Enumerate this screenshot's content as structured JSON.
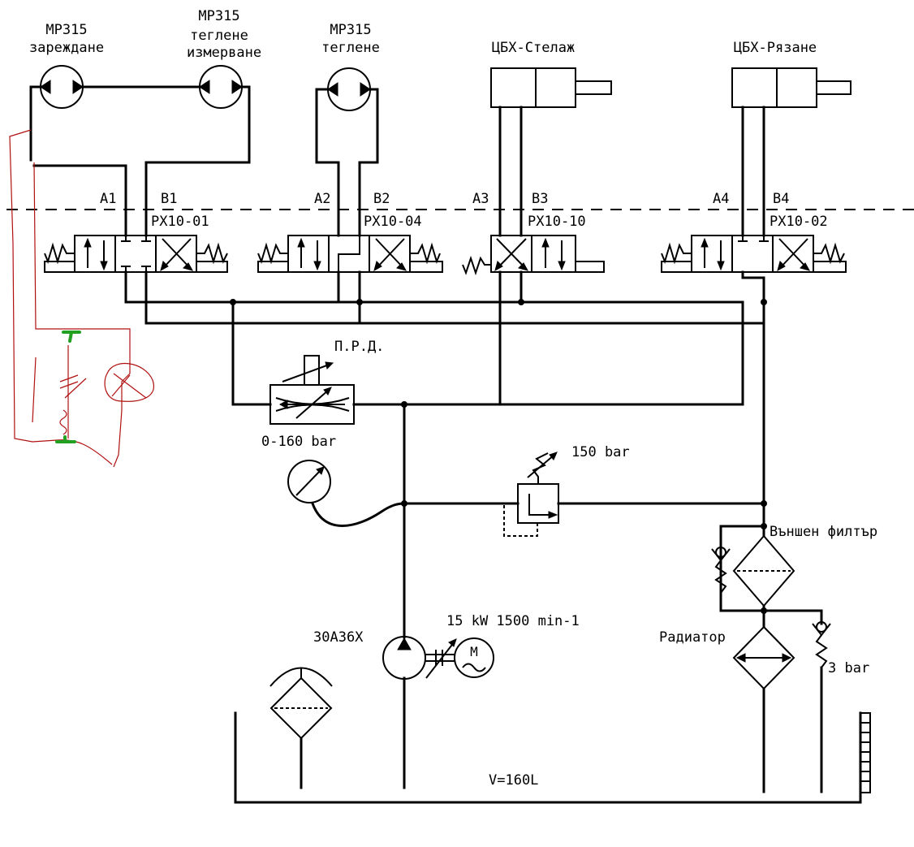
{
  "motors": [
    {
      "line1": "MP315",
      "line2": "зареждане",
      "line3": ""
    },
    {
      "line1": "MP315",
      "line2": "теглене",
      "line3": "измерване"
    },
    {
      "line1": "MP315",
      "line2": "теглене",
      "line3": ""
    }
  ],
  "cylinders": [
    {
      "label": "ЦБХ-Стелаж"
    },
    {
      "label": "ЦБХ-Рязане"
    }
  ],
  "ports": [
    "A1",
    "B1",
    "A2",
    "B2",
    "A3",
    "B3",
    "A4",
    "B4"
  ],
  "valves": [
    "PX10-01",
    "PX10-04",
    "PX10-10",
    "PX10-02"
  ],
  "flow_control": {
    "label": "П.Р.Д.",
    "range": "0-160 bar"
  },
  "relief_valve": {
    "pressure": "150 bar"
  },
  "filter_external": {
    "label": "Външен филтър"
  },
  "radiator": {
    "label": "Радиатор"
  },
  "check_valve": {
    "pressure": "3 bar"
  },
  "pump": {
    "label": "30A36X"
  },
  "motor_drive": {
    "label": "15 kW 1500 min-1",
    "symbol": "M"
  },
  "tank": {
    "volume": "V=160L"
  }
}
